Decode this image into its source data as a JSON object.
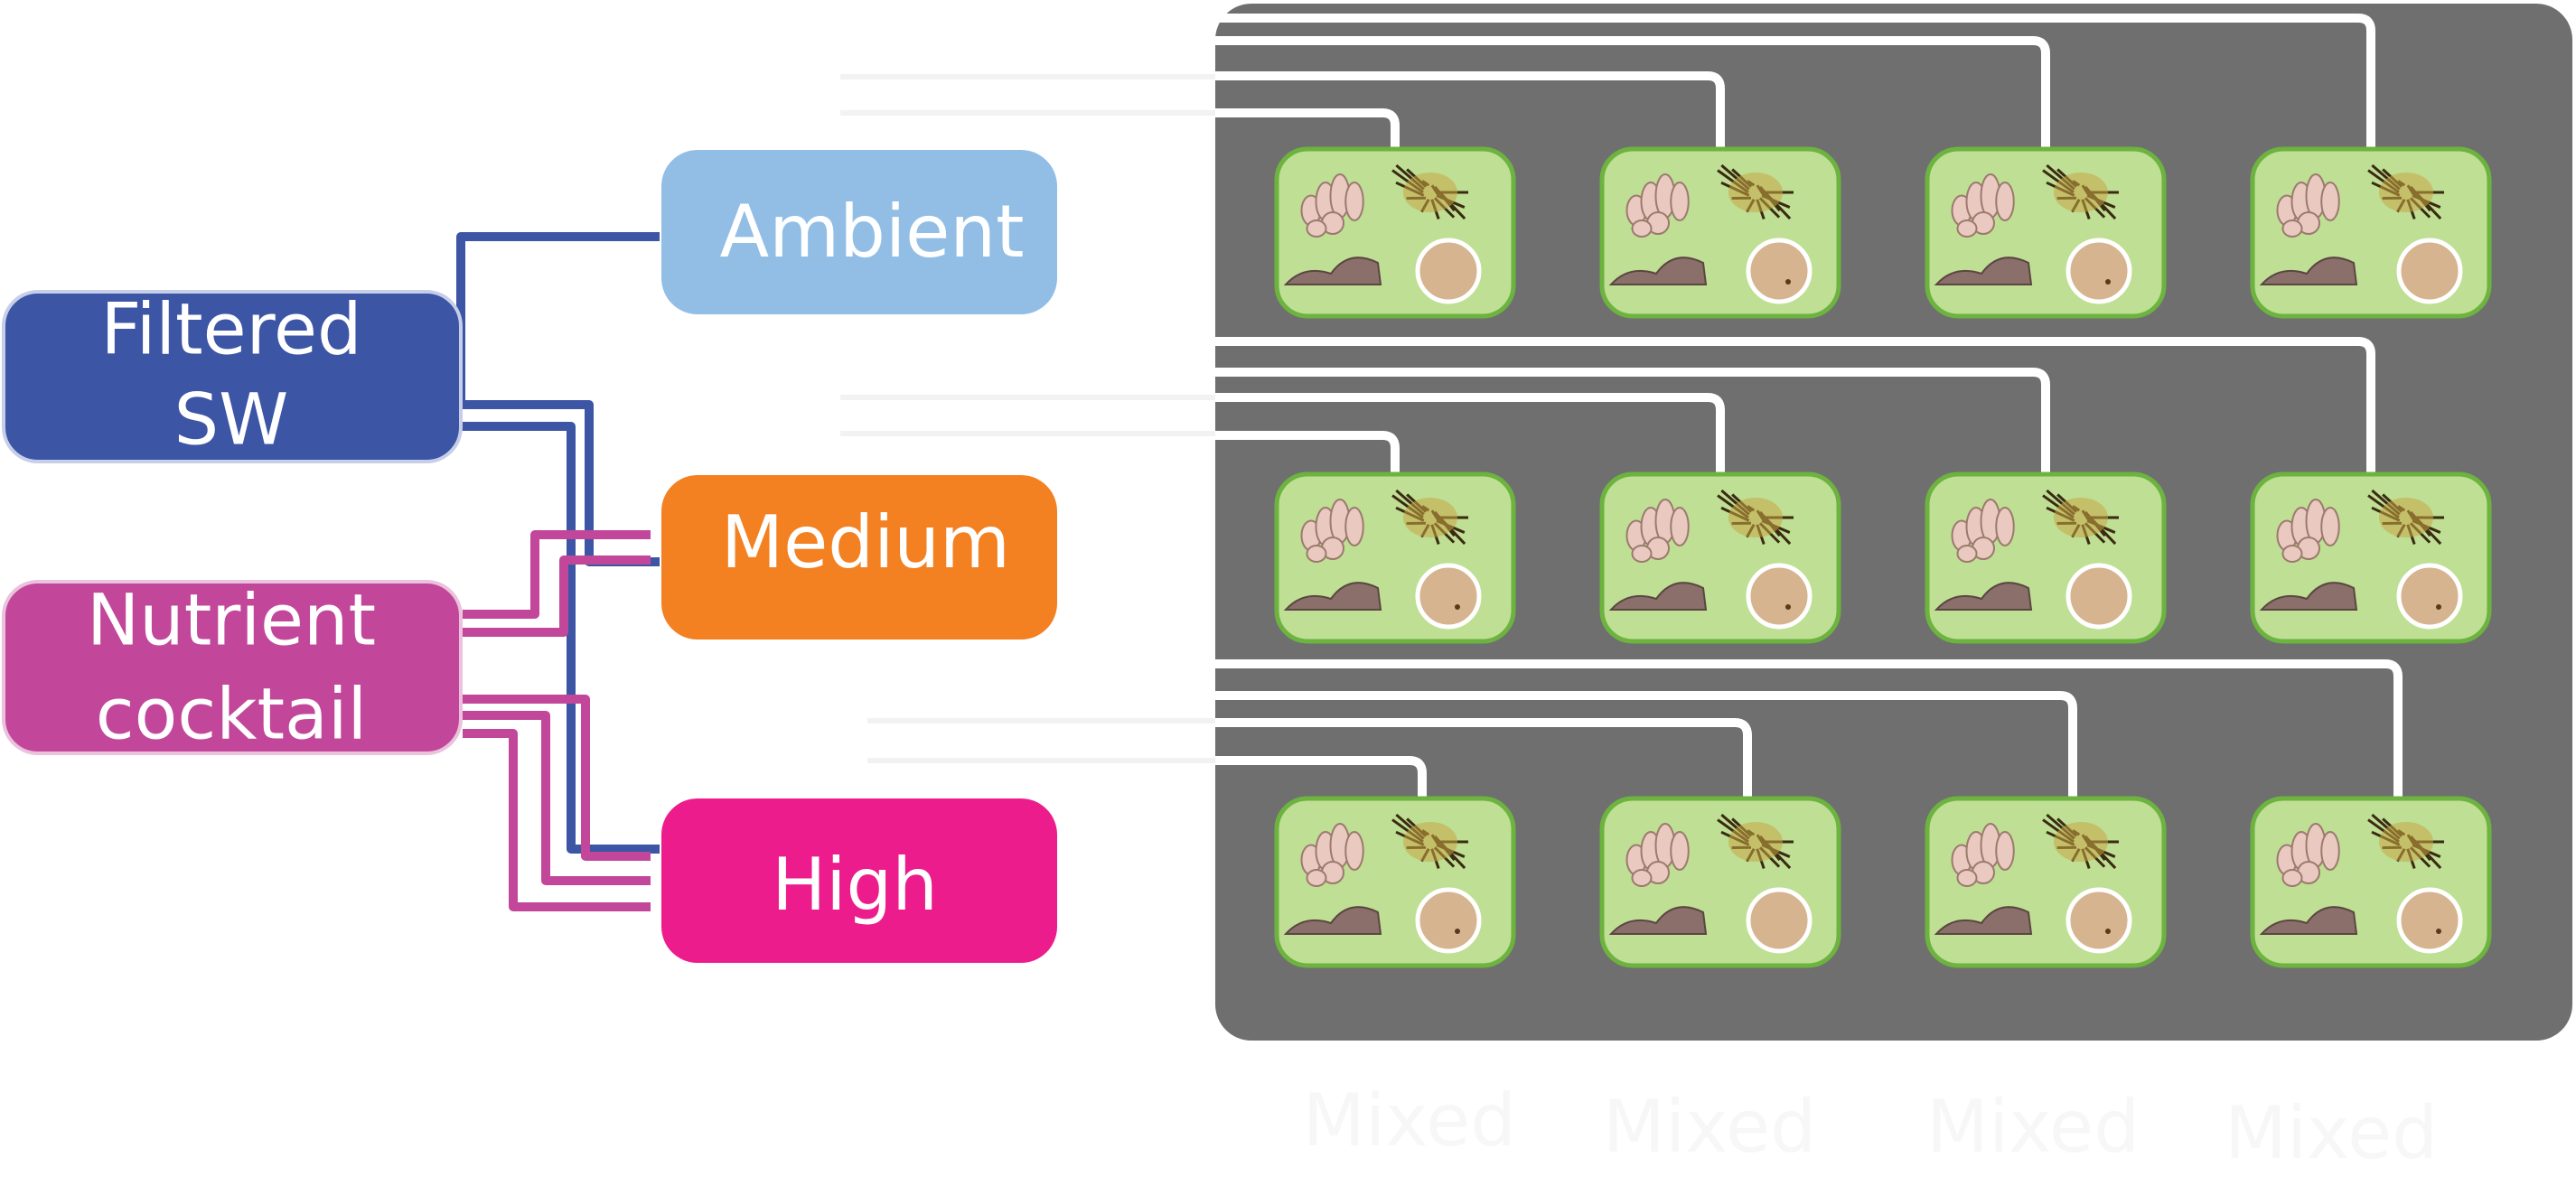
{
  "sources": [
    {
      "lines": [
        "Filtered",
        "SW"
      ],
      "color": "#3c55a5"
    },
    {
      "lines": [
        "Nutrient",
        "cocktail"
      ],
      "color": "#c2479b"
    }
  ],
  "levels": [
    {
      "label": "Ambient",
      "color": "#92bee6"
    },
    {
      "label": "Medium",
      "color": "#f38021"
    },
    {
      "label": "High",
      "color": "#ed1c8d"
    }
  ],
  "tray": {
    "background": "#6f6f6f",
    "tank_fill": "#bedf94",
    "tank_border": "#6db33f",
    "pipe_color": "#ffffff"
  },
  "columns": [
    {
      "label": "Mixed"
    },
    {
      "label": "Mixed"
    },
    {
      "label": "Mixed"
    },
    {
      "label": "Mixed"
    }
  ],
  "icons": [
    "coral-icon",
    "algae-icon",
    "rubble-icon",
    "sediment-dish-icon"
  ]
}
